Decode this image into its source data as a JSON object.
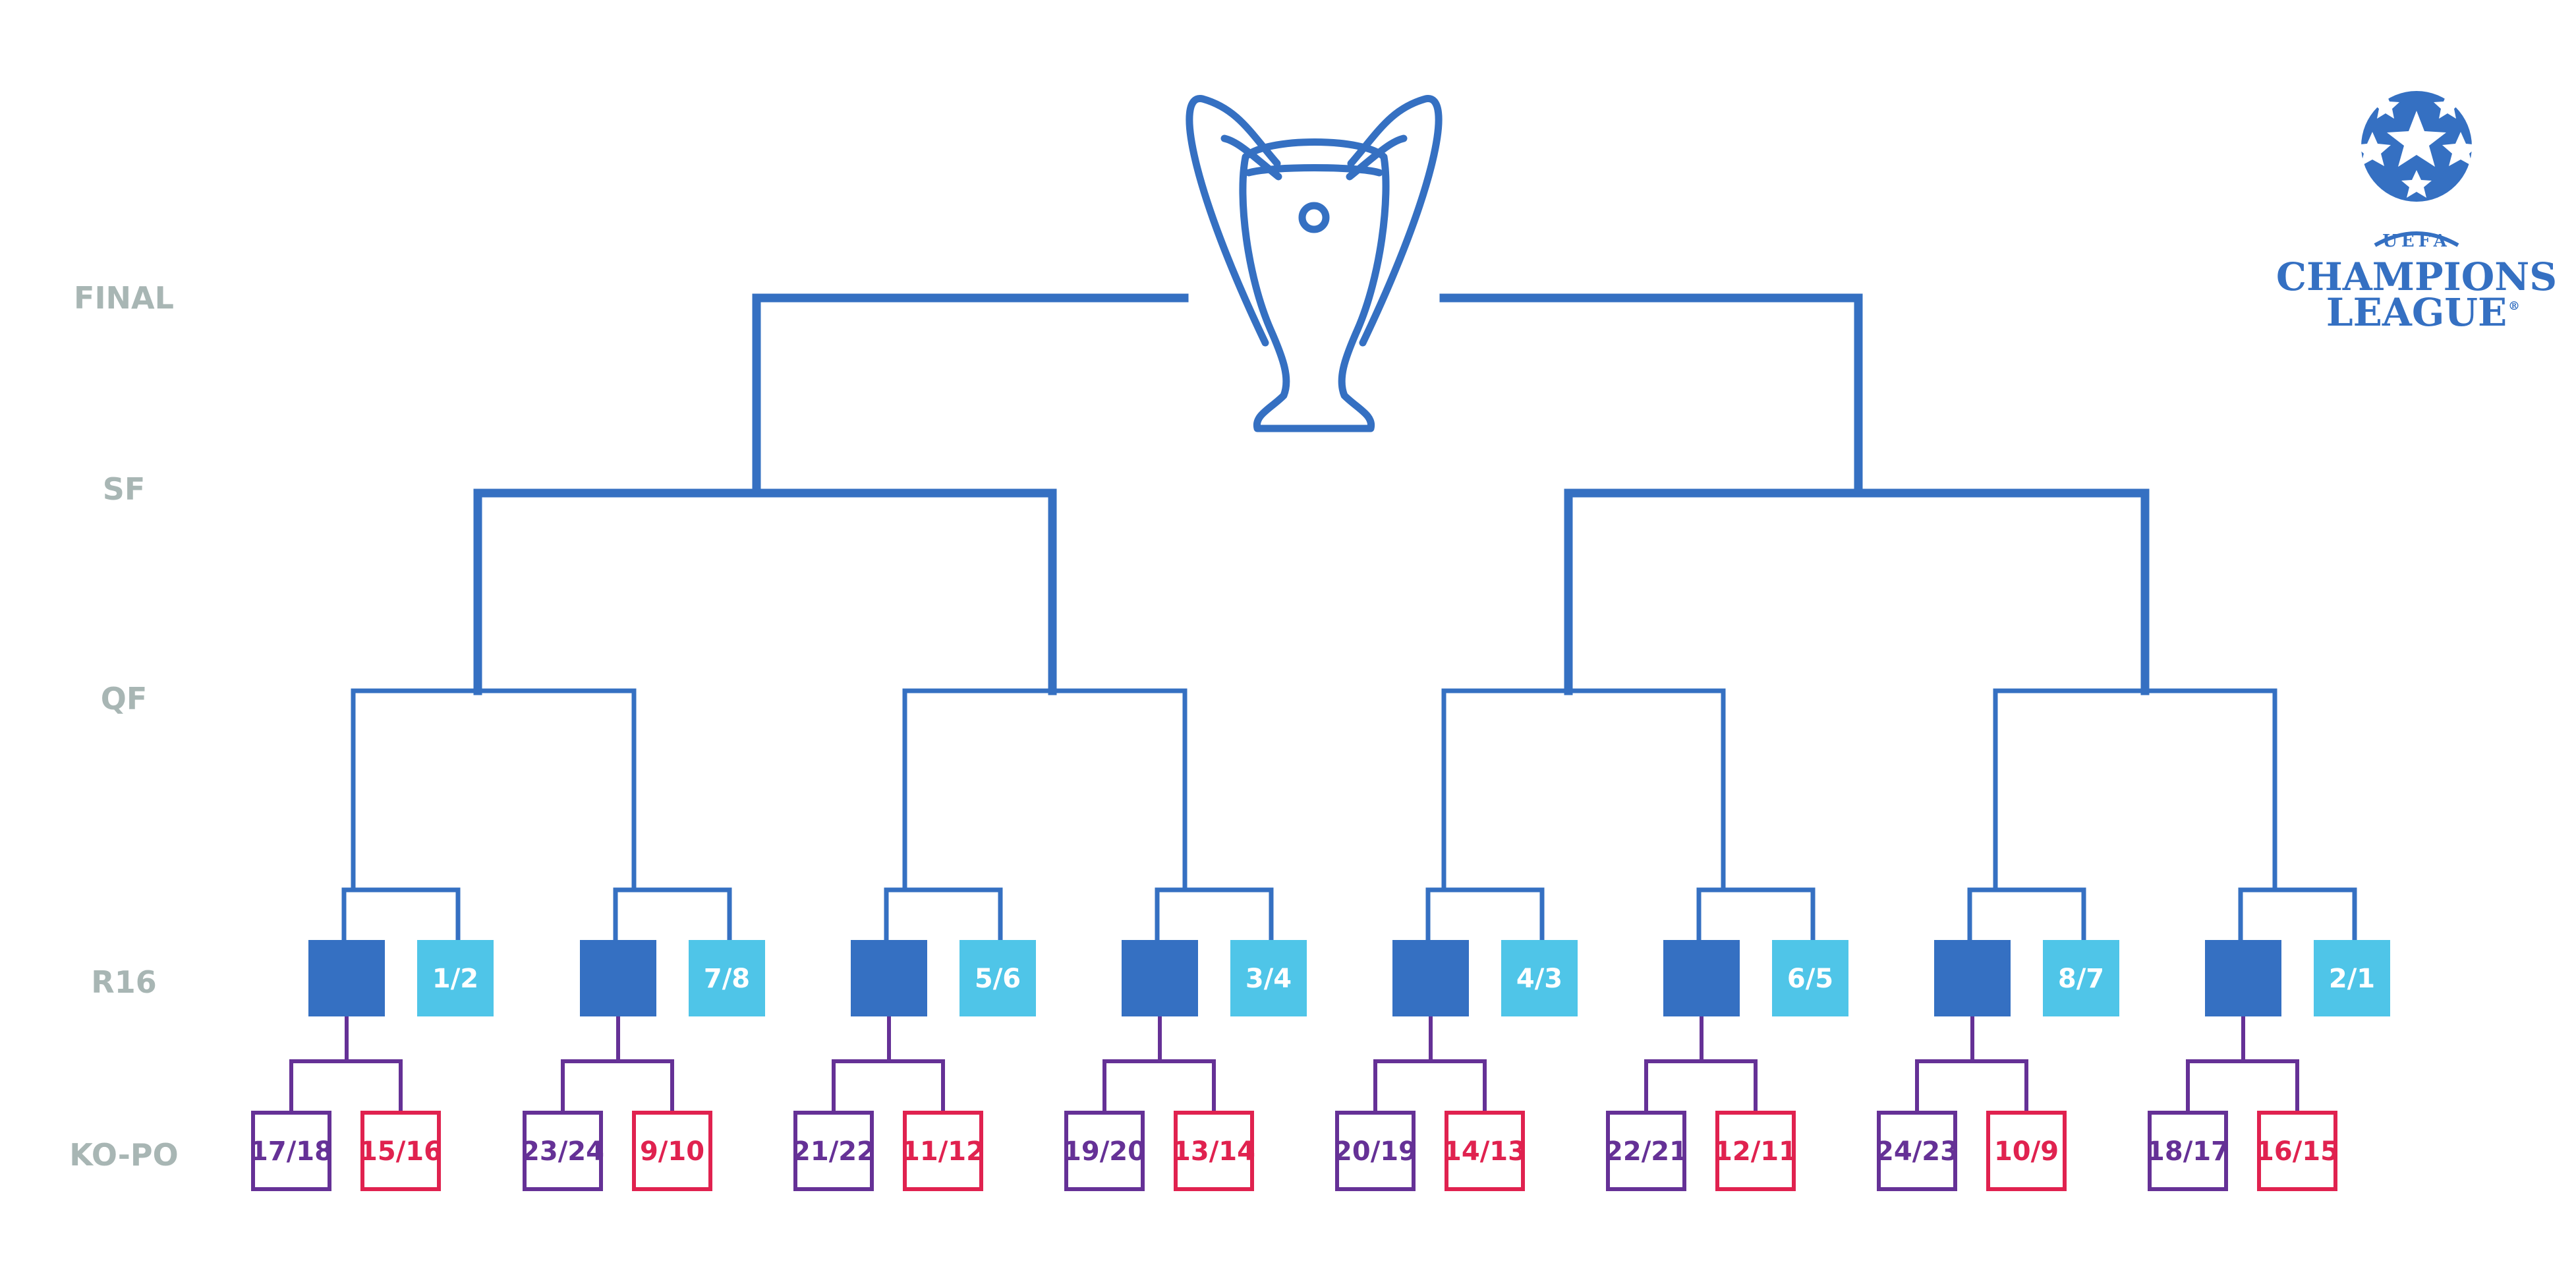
{
  "colors": {
    "bracket": "#3570c2",
    "r16_seeded": "#3570c2",
    "r16_winner": "#4fc5e8",
    "ko_purple": "#653196",
    "ko_red": "#e0224f",
    "label": "#a8b6b4"
  },
  "round_labels": {
    "final": "FINAL",
    "sf": "SF",
    "qf": "QF",
    "r16": "R16",
    "kopo": "KO-PO"
  },
  "logo": {
    "icon": "starball-icon",
    "uefa": "UEFA",
    "line1": "CHAMPIONS",
    "line2": "LEAGUE",
    "registered": "®"
  },
  "trophy": {
    "icon": "trophy-icon"
  },
  "r16": [
    {
      "seeded_label": "",
      "label": "1/2"
    },
    {
      "seeded_label": "",
      "label": "7/8"
    },
    {
      "seeded_label": "",
      "label": "5/6"
    },
    {
      "seeded_label": "",
      "label": "3/4"
    },
    {
      "seeded_label": "",
      "label": "4/3"
    },
    {
      "seeded_label": "",
      "label": "6/5"
    },
    {
      "seeded_label": "",
      "label": "8/7"
    },
    {
      "seeded_label": "",
      "label": "2/1"
    }
  ],
  "kopo": [
    {
      "purple": "17/18",
      "red": "15/16"
    },
    {
      "purple": "23/24",
      "red": "9/10"
    },
    {
      "purple": "21/22",
      "red": "11/12"
    },
    {
      "purple": "19/20",
      "red": "13/14"
    },
    {
      "purple": "20/19",
      "red": "14/13"
    },
    {
      "purple": "22/21",
      "red": "12/11"
    },
    {
      "purple": "24/23",
      "red": "10/9"
    },
    {
      "purple": "18/17",
      "red": "16/15"
    }
  ]
}
